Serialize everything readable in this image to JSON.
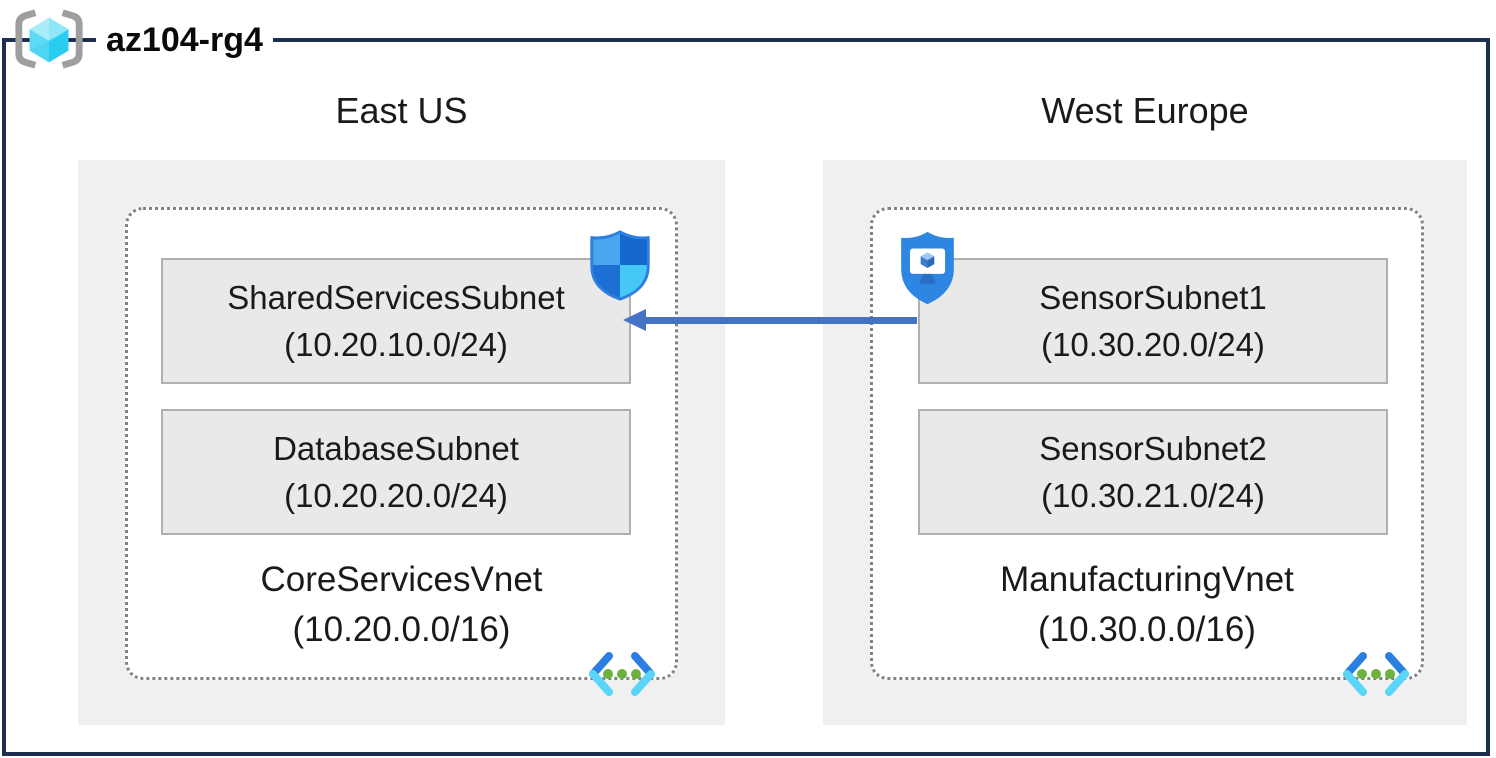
{
  "diagram": {
    "type": "azure-network-architecture",
    "resource_group": {
      "name": "az104-rg4"
    },
    "regions": [
      {
        "name": "East US",
        "vnet": {
          "name": "CoreServicesVnet",
          "cidr": "(10.20.0.0/16)"
        },
        "subnets": [
          {
            "name": "SharedServicesSubnet",
            "cidr": "(10.20.10.0/24)",
            "security_icon": "network-security-group-shield"
          },
          {
            "name": "DatabaseSubnet",
            "cidr": "(10.20.20.0/24)"
          }
        ]
      },
      {
        "name": "West Europe",
        "vnet": {
          "name": "ManufacturingVnet",
          "cidr": "(10.30.0.0/16)"
        },
        "subnets": [
          {
            "name": "SensorSubnet1",
            "cidr": "(10.30.20.0/24)",
            "security_icon": "application-security-group-shield"
          },
          {
            "name": "SensorSubnet2",
            "cidr": "(10.30.21.0/24)"
          }
        ]
      }
    ],
    "connection": {
      "from": "SensorSubnet1",
      "to": "SharedServicesSubnet",
      "style": "solid-arrow",
      "direction": "right-to-left",
      "color": "#4472c4"
    },
    "icons": {
      "resource_group": "bracketed-cube",
      "vnet": "angle-brackets-with-green-dots",
      "nsg": "quadrant-shield",
      "asg": "shield-with-monitor-cube"
    },
    "colors": {
      "outer_border": "#1c2f50",
      "region_background": "#f0f0f1",
      "subnet_fill": "#e9e9e9",
      "subnet_border": "#b0b0b0",
      "dashed_border": "#828282",
      "arrow": "#4472c4",
      "text": "#1a1a1a"
    }
  }
}
